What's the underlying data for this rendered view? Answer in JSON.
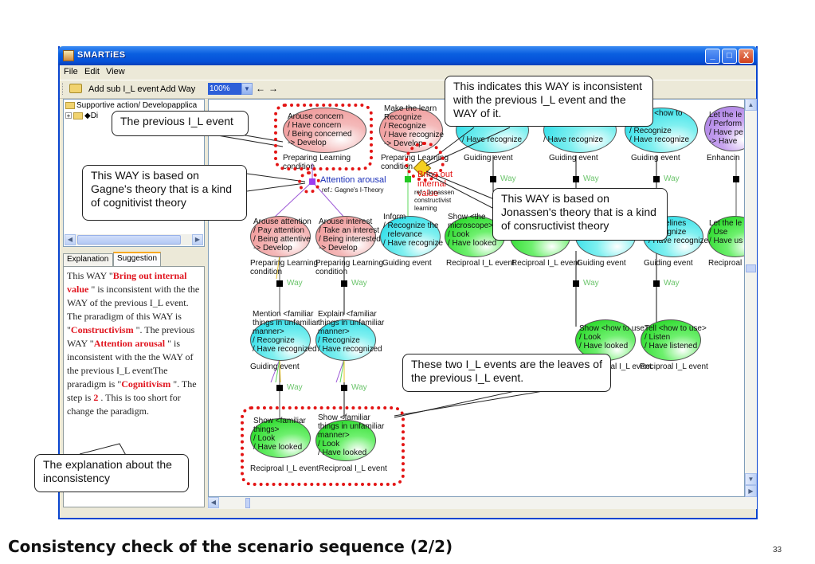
{
  "window": {
    "title": "SMARTiES",
    "controls": {
      "minimize": "_",
      "maximize": "□",
      "close": "X"
    }
  },
  "menu": {
    "items": [
      "File",
      "Edit",
      "View"
    ]
  },
  "toolbar": {
    "add_sub_label": "Add sub I_L event",
    "add_way_label": "Add Way",
    "zoom_value": "100%",
    "back_arrow": "←",
    "forward_arrow": "→"
  },
  "tree": {
    "root": "Supportive action/ Developapplica",
    "child": "◆Di"
  },
  "tabs": [
    {
      "label": "Explanation"
    },
    {
      "label": "Suggestion"
    }
  ],
  "explanation": {
    "p1": "This WAY \"",
    "h1": "Bring out internal value",
    "p2": " \" is inconsistent with the the WAY of the previous I_L event. The praradigm of this WAY is \"",
    "h2": "Constructivism",
    "p3": " \". The previous WAY \"",
    "h3": "Attention arousal",
    "p4": " \" is inconsistent with the the WAY of the previous I_L eventThe praradigm is \"",
    "h4": "Cognitivism",
    "p5": " \". The step is ",
    "h5": "2",
    "p6": " . This is too short for change the paradigm."
  },
  "diagram": {
    "top_row": [
      {
        "text": "Arouse concern\n/ Have concern\n/ Being concerned\n-> Develop",
        "type": "Preparing Learning\ncondition",
        "color": "pink"
      },
      {
        "text": "Make the learn\nRecognize\n/ Recognize\n/ Have recognize\n-> Develop",
        "type": "Preparing Learning\ncondition",
        "color": "pink"
      },
      {
        "text": "/ Have recognize",
        "type": "Guiding event",
        "color": "cyan"
      },
      {
        "text": "/ Have recognize",
        "type": "Guiding event",
        "color": "cyan"
      },
      {
        "text": "Inform <how to\nlearn>\n/ Recognize\n/ Have recognize",
        "type": "Guiding event",
        "color": "cyan"
      },
      {
        "text": "Let the le\n/ Perform\n/ Have pe\n-> Have",
        "type": "Enhancin",
        "color": "purple"
      }
    ],
    "ways": [
      {
        "label": "Attention arousal",
        "ref": "ref.: Gagne's I-Theory"
      },
      {
        "label": "Bring out internal value",
        "ref": "ref.: Jonassen constructivist learning environment"
      }
    ],
    "way_label": "Way",
    "mid_row": [
      {
        "text": "Arouse attention\n/ Pay attention\n/ Being attentive\n-> Develop",
        "type": "Preparing Learning\ncondition",
        "color": "pink"
      },
      {
        "text": "Arouse interest\n/ Take an interest\n/ Being interested\n-> Develop",
        "type": "Preparing Learning\ncondition",
        "color": "pink"
      },
      {
        "text": "Inform\n/ Recognize the\n  relevance\n/ Have recognize",
        "type": "Guiding event",
        "color": "cyan"
      },
      {
        "text": "Show <the\nmicroscope>\n/ Look\n/ Have looked",
        "type": "Reciproal I_L event",
        "color": "green"
      },
      {
        "text": "",
        "type": "Reciproal I_L event",
        "color": "green"
      },
      {
        "text": "",
        "type": "Guiding event",
        "color": "cyan"
      },
      {
        "text": "Guidelines\nRecognize\n/ Have recognize",
        "type": "Guiding event",
        "color": "cyan"
      },
      {
        "text": "Let the le\n/ Use\n/ Have us",
        "type": "Reciproal",
        "color": "green"
      }
    ],
    "third_row": [
      {
        "text": "Mention <familiar\nthings in unfamiliar\nmanner>\n/ Recognize\n/ Have recognized",
        "type": "Guiding event",
        "color": "cyan"
      },
      {
        "text": "Explain <familiar\nthings in unfamiliar\nmanner>\n/ Recognize\n/ Have recognized",
        "type": "",
        "color": "cyan"
      },
      {
        "text": "Show <how to use>\n/ Look\n/ Have looked",
        "type": "Reciproal I_L event",
        "color": "green"
      },
      {
        "text": "Tell <how to use>\n/ Listen\n/ Have listened",
        "type": "Reciproal I_L event",
        "color": "green"
      }
    ],
    "leaf_row": [
      {
        "text": "Show <familiar\nthings>\n/ Look\n/ Have looked",
        "type": "Reciproal I_L event",
        "color": "green"
      },
      {
        "text": "Show <familiar\nthings in unfamiliar\nmanner>\n/ Look\n/ Have looked",
        "type": "Reciproal I_L event",
        "color": "green"
      }
    ]
  },
  "callouts": {
    "previous_event": "The previous I_L event",
    "gagne": "This WAY is based on Gagne's theory that is a kind of cognitivist theory",
    "inconsistent": "This indicates this WAY is inconsistent with the previous I_L event and the WAY of it.",
    "jonassen": "This WAY is based on Jonassen's theory that is a kind of consructivist theory",
    "leaves": "These two I_L events are the leaves of the previous I_L event.",
    "explanation": "The explanation about the inconsistency"
  },
  "slide": {
    "title": "Consistency check of the scenario sequence (2/2)",
    "page_number": "33"
  }
}
